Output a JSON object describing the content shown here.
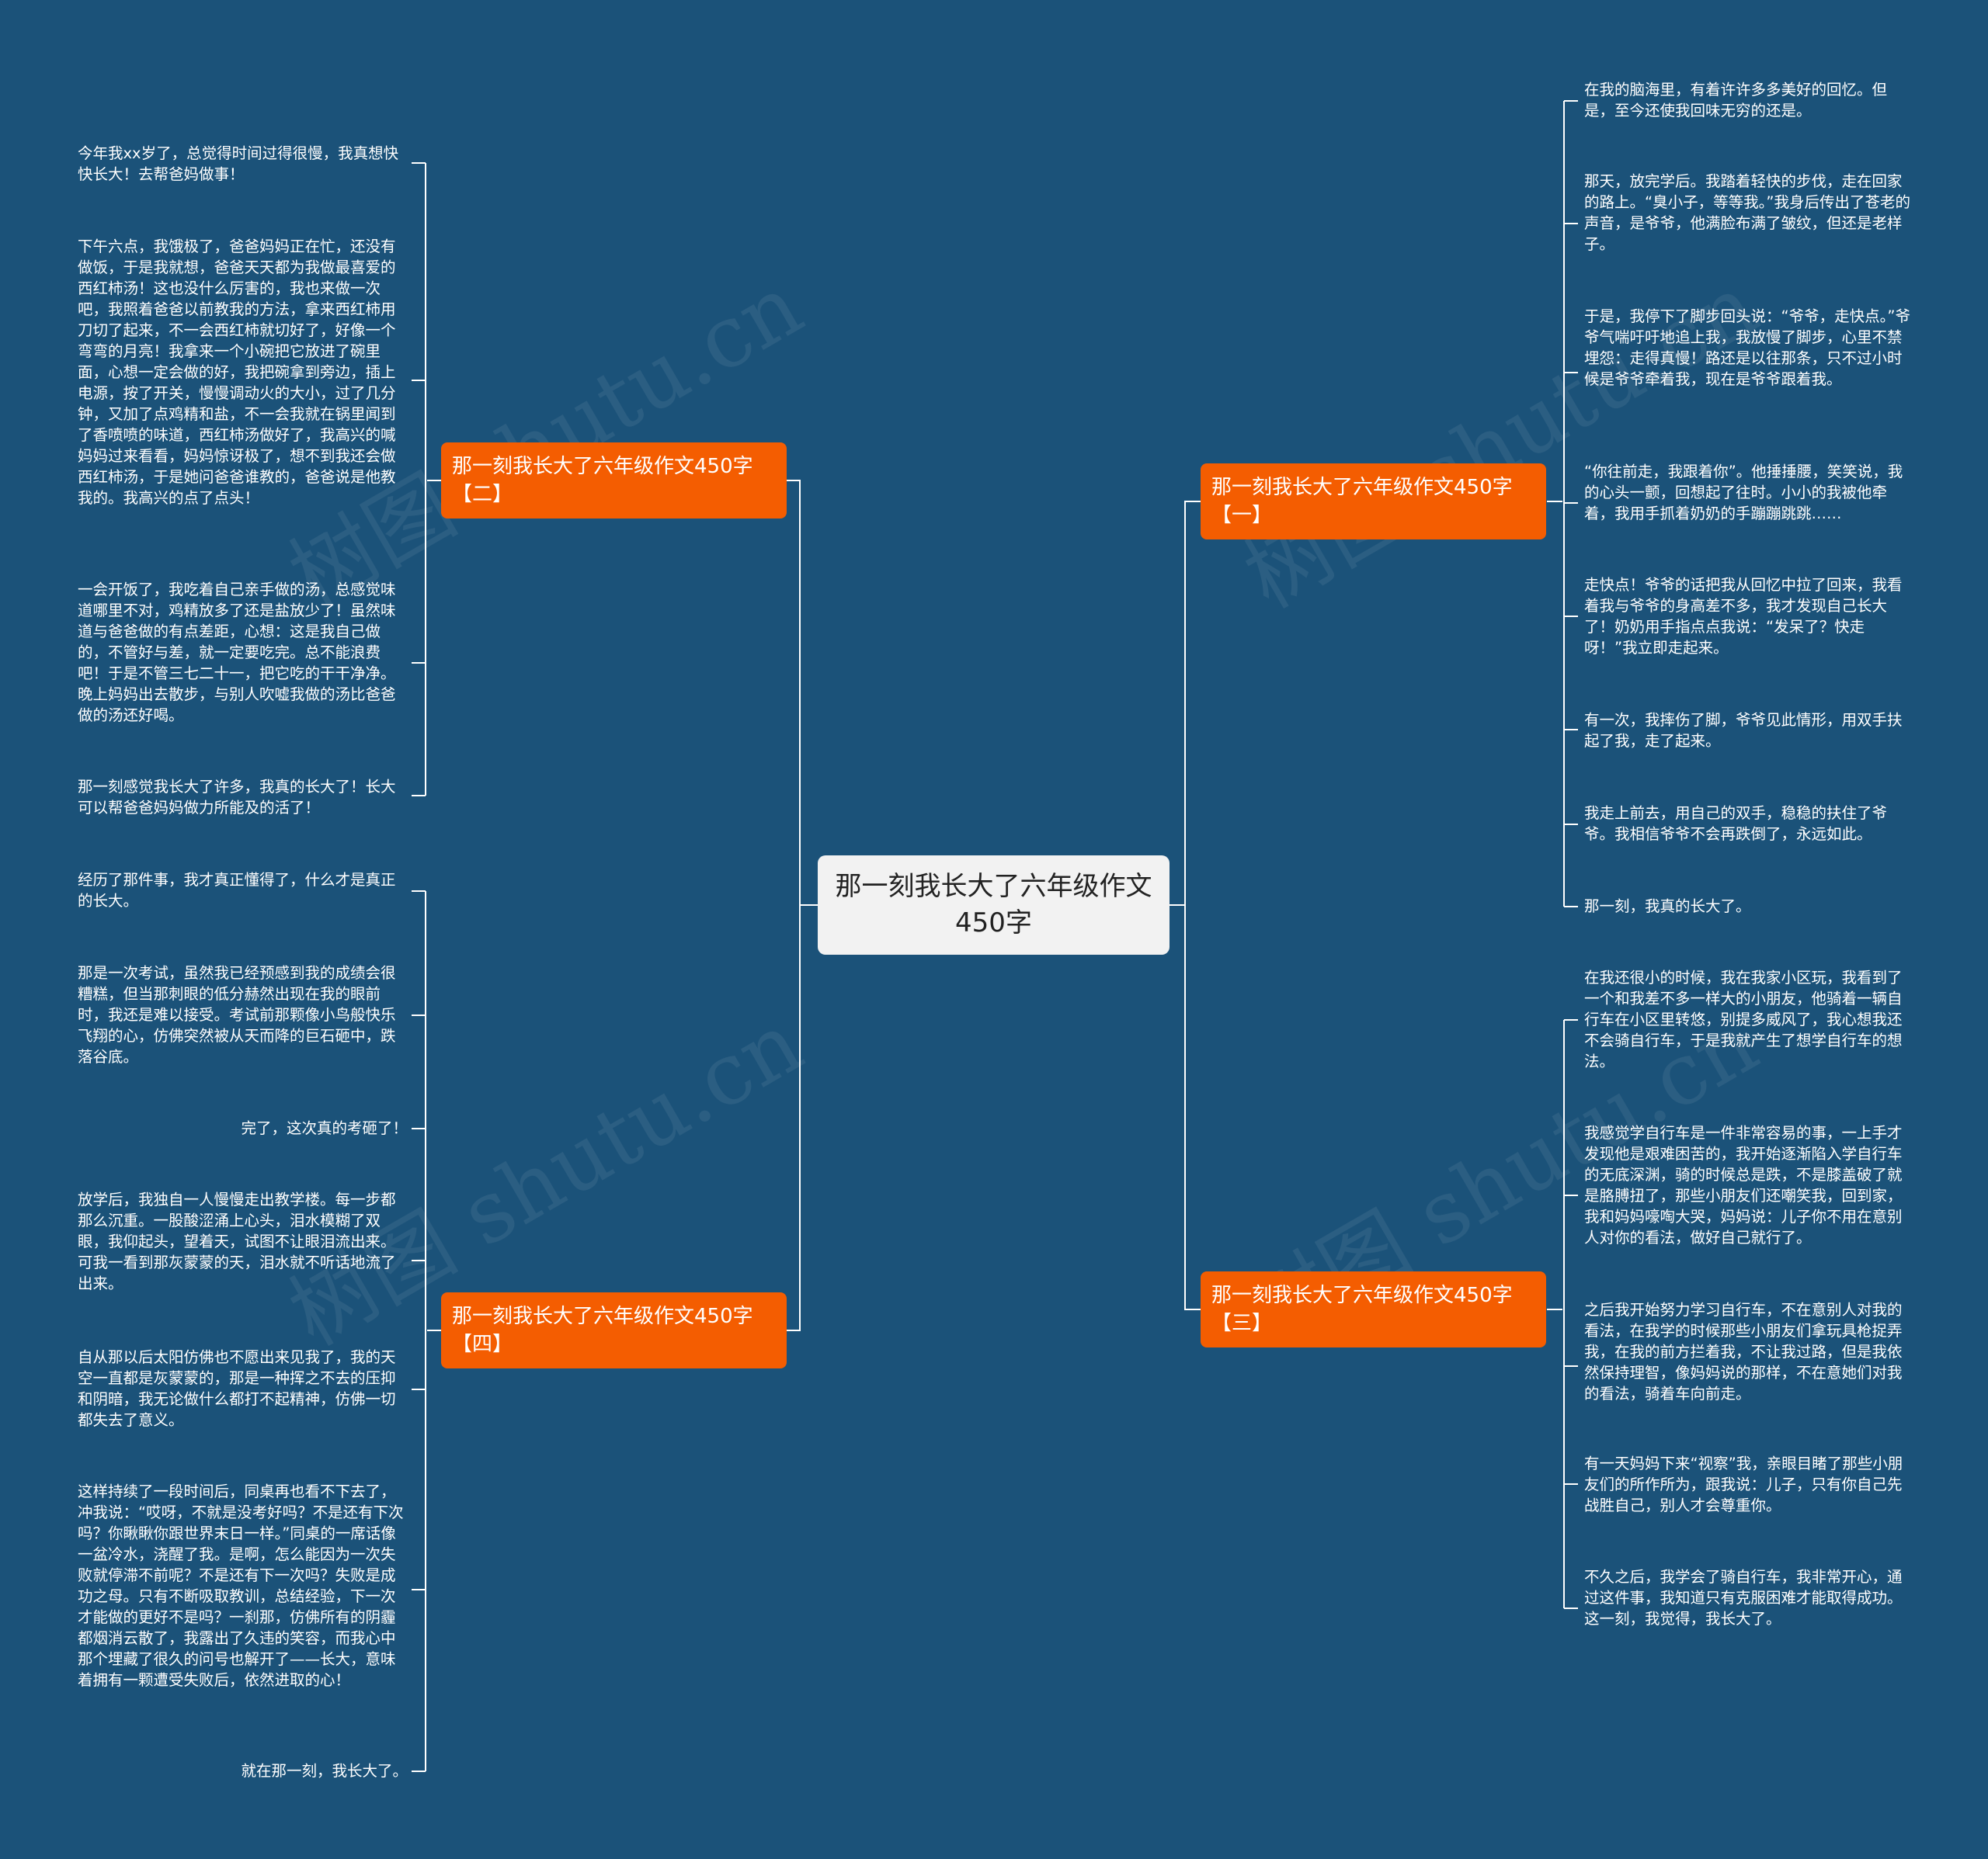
{
  "root": {
    "title": "那一刻我长大了六年级作文450字"
  },
  "colors": {
    "background": "#1b5279",
    "branch": "#f45d01",
    "root": "#f2f2f2",
    "line": "#ffffff"
  },
  "branches": [
    {
      "label": "那一刻我长大了六年级作文450字【二】",
      "leaves": [
        "今年我xx岁了，总觉得时间过得很慢，我真想快快长大！去帮爸妈做事！",
        "下午六点，我饿极了，爸爸妈妈正在忙，还没有做饭，于是我就想，爸爸天天都为我做最喜爱的西红柿汤！这也没什么厉害的，我也来做一次吧，我照着爸爸以前教我的方法，拿来西红柿用刀切了起来，不一会西红柿就切好了，好像一个弯弯的月亮！我拿来一个小碗把它放进了碗里面，心想一定会做的好，我把碗拿到旁边，插上电源，按了开关，慢慢调动火的大小，过了几分钟，又加了点鸡精和盐，不一会我就在锅里闻到了香喷喷的味道，西红柿汤做好了，我高兴的喊妈妈过来看看，妈妈惊讶极了，想不到我还会做西红柿汤，于是她问爸爸谁教的，爸爸说是他教我的。我高兴的点了点头！",
        "一会开饭了，我吃着自己亲手做的汤，总感觉味道哪里不对，鸡精放多了还是盐放少了！虽然味道与爸爸做的有点差距，心想：这是我自己做的，不管好与差，就一定要吃完。总不能浪费吧！于是不管三七二十一，把它吃的干干净净。晚上妈妈出去散步，与别人吹嘘我做的汤比爸爸做的汤还好喝。",
        "那一刻感觉我长大了许多，我真的长大了！长大可以帮爸爸妈妈做力所能及的活了！"
      ]
    },
    {
      "label": "那一刻我长大了六年级作文450字【四】",
      "leaves": [
        "经历了那件事，我才真正懂得了，什么才是真正的长大。",
        "那是一次考试，虽然我已经预感到我的成绩会很糟糕，但当那刺眼的低分赫然出现在我的眼前时，我还是难以接受。考试前那颗像小鸟般快乐飞翔的心，仿佛突然被从天而降的巨石砸中，跌落谷底。",
        "完了，这次真的考砸了！",
        "放学后，我独自一人慢慢走出教学楼。每一步都那么沉重。一股酸涩涌上心头，泪水模糊了双眼，我仰起头，望着天，试图不让眼泪流出来。可我一看到那灰蒙蒙的天，泪水就不听话地流了出来。",
        "自从那以后太阳仿佛也不愿出来见我了，我的天空一直都是灰蒙蒙的，那是一种挥之不去的压抑和阴暗，我无论做什么都打不起精神，仿佛一切都失去了意义。",
        "这样持续了一段时间后，同桌再也看不下去了，冲我说：“哎呀，不就是没考好吗？不是还有下次吗？你瞅瞅你跟世界末日一样。”同桌的一席话像一盆冷水，浇醒了我。是啊，怎么能因为一次失败就停滞不前呢？不是还有下一次吗？失败是成功之母。只有不断吸取教训，总结经验，下一次才能做的更好不是吗？一刹那，仿佛所有的阴霾都烟消云散了，我露出了久违的笑容，而我心中那个埋藏了很久的问号也解开了——长大，意味着拥有一颗遭受失败后，依然进取的心！",
        "就在那一刻，我长大了。"
      ]
    },
    {
      "label": "那一刻我长大了六年级作文450字【一】",
      "leaves": [
        "在我的脑海里，有着许许多多美好的回忆。但是，至今还使我回味无穷的还是。",
        "那天，放完学后。我踏着轻快的步伐，走在回家的路上。“臭小子，等等我。”我身后传出了苍老的声音，是爷爷，他满脸布满了皱纹，但还是老样子。",
        "于是，我停下了脚步回头说：“爷爷，走快点。”爷爷气喘吁吁地追上我，我放慢了脚步，心里不禁埋怨：走得真慢！路还是以往那条，只不过小时候是爷爷牵着我，现在是爷爷跟着我。",
        "“你往前走，我跟着你”。他捶捶腰，笑笑说，我的心头一颤，回想起了往时。小小的我被他牵着，我用手抓着奶奶的手蹦蹦跳跳……",
        "走快点！爷爷的话把我从回忆中拉了回来，我看着我与爷爷的身高差不多，我才发现自己长大了！奶奶用手指点点我说：“发呆了？快走呀！”我立即走起来。",
        "有一次，我摔伤了脚，爷爷见此情形，用双手扶起了我，走了起来。",
        "我走上前去，用自己的双手，稳稳的扶住了爷爷。我相信爷爷不会再跌倒了，永远如此。",
        "那一刻，我真的长大了。"
      ]
    },
    {
      "label": "那一刻我长大了六年级作文450字【三】",
      "leaves": [
        "在我还很小的时候，我在我家小区玩，我看到了一个和我差不多一样大的小朋友，他骑着一辆自行车在小区里转悠，别提多威风了，我心想我还不会骑自行车，于是我就产生了想学自行车的想法。",
        "我感觉学自行车是一件非常容易的事，一上手才发现他是艰难困苦的，我开始逐渐陷入学自行车的无底深渊，骑的时候总是跌，不是膝盖破了就是胳膊扭了，那些小朋友们还嘲笑我，回到家，我和妈妈嚎啕大哭，妈妈说：儿子你不用在意别人对你的看法，做好自己就行了。",
        "之后我开始努力学习自行车，不在意别人对我的看法，在我学的时候那些小朋友们拿玩具枪捉弄我，在我的前方拦着我，不让我过路，但是我依然保持理智，像妈妈说的那样，不在意她们对我的看法，骑着车向前走。",
        "有一天妈妈下来“视察”我，亲眼目睹了那些小朋友们的所作所为，跟我说：儿子，只有你自己先战胜自己，别人才会尊重你。",
        "不久之后，我学会了骑自行车，我非常开心，通过这件事，我知道只有克服困难才能取得成功。这一刻，我觉得，我长大了。"
      ]
    }
  ]
}
